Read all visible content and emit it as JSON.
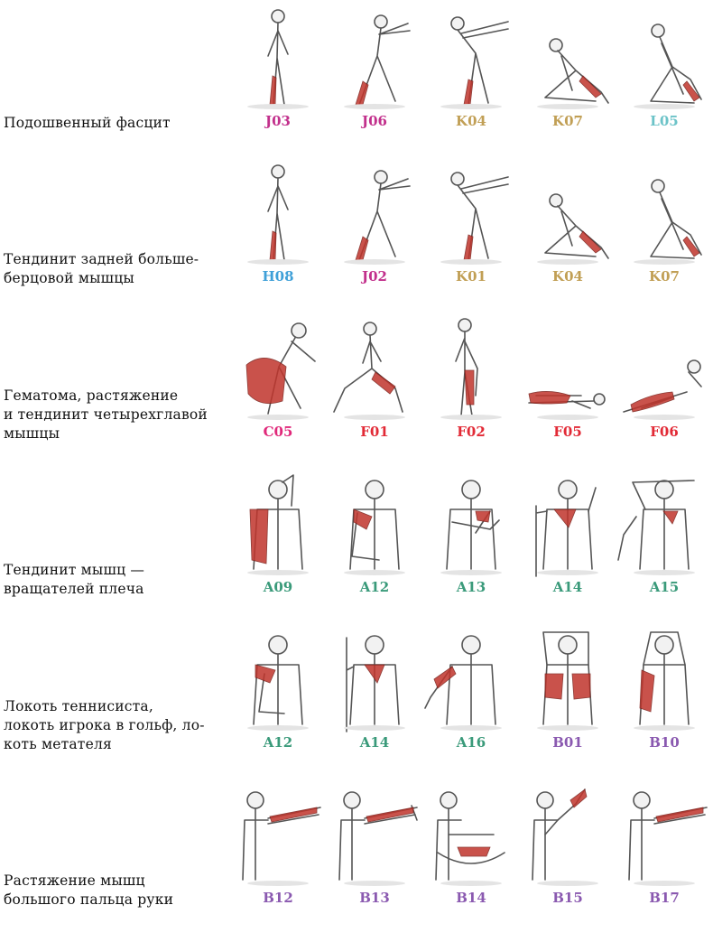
{
  "colors": {
    "magenta": "#c2308c",
    "tan": "#c19f55",
    "cyan": "#6cc3c8",
    "blue": "#3fa0d8",
    "pink": "#e0287a",
    "red": "#e22a36",
    "green": "#3a9a7a",
    "purple": "#8a59b0",
    "muscle": "#c0352c",
    "figure": "#555555"
  },
  "sections": [
    {
      "label_lines": [
        "Подошвенный фасцит"
      ],
      "exercises": [
        {
          "code": "J03",
          "color": "magenta"
        },
        {
          "code": "J06",
          "color": "magenta"
        },
        {
          "code": "K04",
          "color": "tan"
        },
        {
          "code": "K07",
          "color": "tan"
        },
        {
          "code": "L05",
          "color": "cyan"
        }
      ]
    },
    {
      "label_lines": [
        "Тендинит задней больше-",
        "берцовой мышцы"
      ],
      "exercises": [
        {
          "code": "H08",
          "color": "blue"
        },
        {
          "code": "J02",
          "color": "magenta"
        },
        {
          "code": "K01",
          "color": "tan"
        },
        {
          "code": "K04",
          "color": "tan"
        },
        {
          "code": "K07",
          "color": "tan"
        }
      ]
    },
    {
      "label_lines": [
        "Гематома, растяжение",
        "и тендинит четырехглавой",
        "мышцы"
      ],
      "exercises": [
        {
          "code": "C05",
          "color": "pink"
        },
        {
          "code": "F01",
          "color": "red"
        },
        {
          "code": "F02",
          "color": "red"
        },
        {
          "code": "F05",
          "color": "red"
        },
        {
          "code": "F06",
          "color": "red"
        }
      ]
    },
    {
      "label_lines": [
        "Тендинит мышц —",
        "вращателей плеча"
      ],
      "exercises": [
        {
          "code": "A09",
          "color": "green"
        },
        {
          "code": "A12",
          "color": "green"
        },
        {
          "code": "A13",
          "color": "green"
        },
        {
          "code": "A14",
          "color": "green"
        },
        {
          "code": "A15",
          "color": "green"
        }
      ]
    },
    {
      "label_lines": [
        "Локоть теннисиста,",
        "локоть игрока в гольф, ло-",
        "коть метателя"
      ],
      "exercises": [
        {
          "code": "A12",
          "color": "green"
        },
        {
          "code": "A14",
          "color": "green"
        },
        {
          "code": "A16",
          "color": "green"
        },
        {
          "code": "B01",
          "color": "purple"
        },
        {
          "code": "B10",
          "color": "purple"
        }
      ]
    },
    {
      "label_lines": [
        "Растяжение мышц",
        "большого пальца руки"
      ],
      "exercises": [
        {
          "code": "B12",
          "color": "purple"
        },
        {
          "code": "B13",
          "color": "purple"
        },
        {
          "code": "B14",
          "color": "purple"
        },
        {
          "code": "B15",
          "color": "purple"
        },
        {
          "code": "B17",
          "color": "purple"
        }
      ]
    }
  ]
}
